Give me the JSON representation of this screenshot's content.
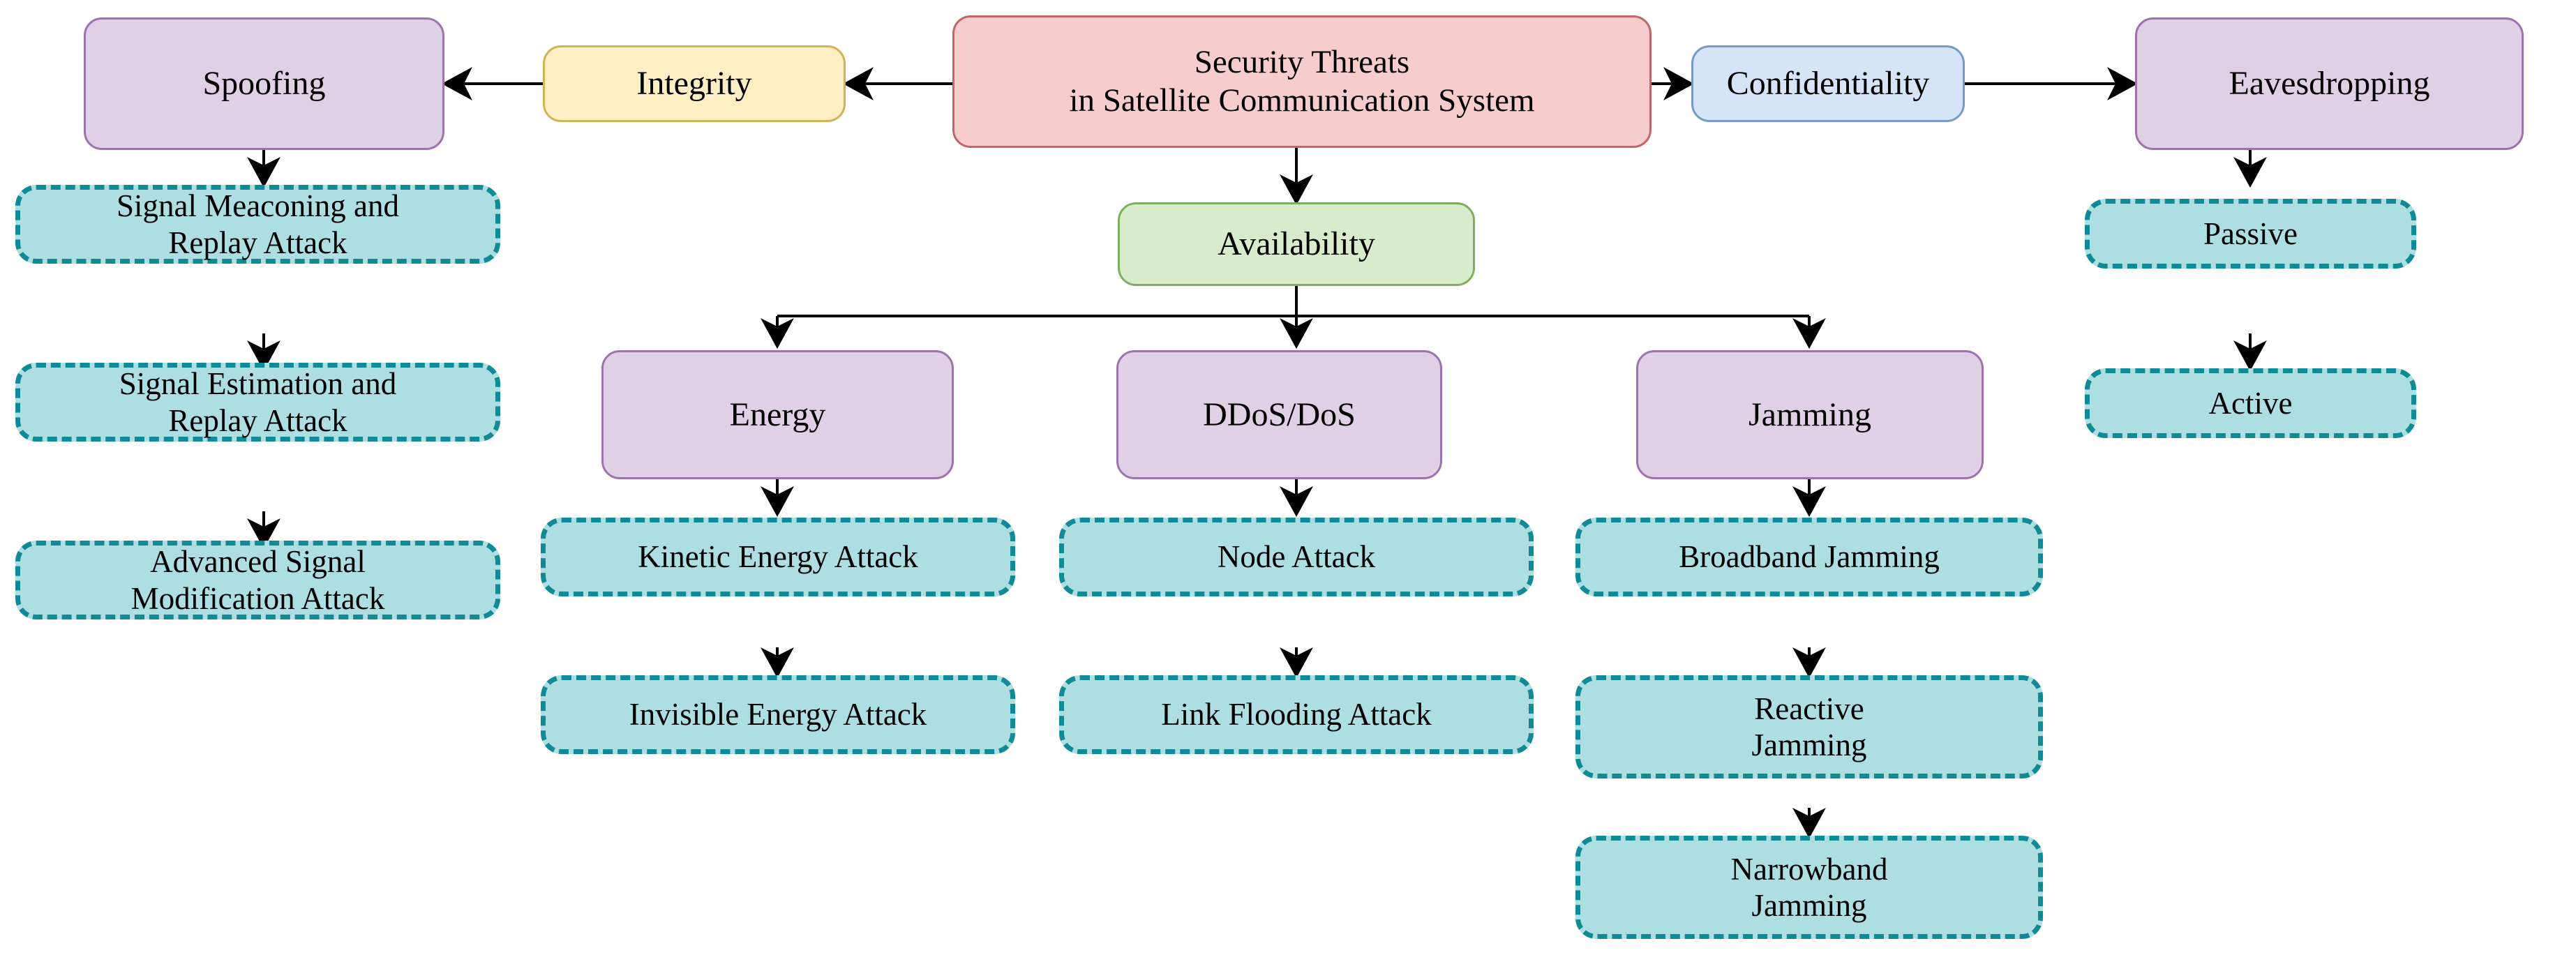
{
  "diagram": {
    "title": "Security Threats in Satellite Communication System",
    "type": "tree-flowchart",
    "colors": {
      "root_fill": "#F6CCCC",
      "root_stroke": "#C06666",
      "category_fill": "#DFD0E5",
      "category_stroke": "#9C73AD",
      "integrity_fill": "#FDEEC4",
      "integrity_stroke": "#D3B157",
      "confidentiality_fill": "#D6E4F7",
      "confidentiality_stroke": "#7698CC",
      "availability_fill": "#D8EBCB",
      "availability_stroke": "#7FAF5E",
      "leaf_fill": "#ACDEE2",
      "leaf_stroke": "#108A94",
      "edge": "#000000"
    }
  },
  "nodes": {
    "root": "Security Threats\nin Satellite Communication System",
    "integrity": "Integrity",
    "spoofing": "Spoofing",
    "confidentiality": "Confidentiality",
    "eavesdropping": "Eavesdropping",
    "availability": "Availability",
    "energy": "Energy",
    "ddos": "DDoS/DoS",
    "jamming": "Jamming",
    "spoofing_children": [
      "Signal Meaconing and\nReplay Attack",
      "Signal Estimation and\nReplay Attack",
      "Advanced Signal\nModification Attack"
    ],
    "eavesdropping_children": [
      "Passive",
      "Active"
    ],
    "energy_children": [
      "Kinetic Energy Attack",
      "Invisible Energy Attack"
    ],
    "ddos_children": [
      "Node Attack",
      "Link Flooding Attack"
    ],
    "jamming_children": [
      "Broadband Jamming",
      "Reactive\nJamming",
      "Narrowband\nJamming"
    ]
  }
}
